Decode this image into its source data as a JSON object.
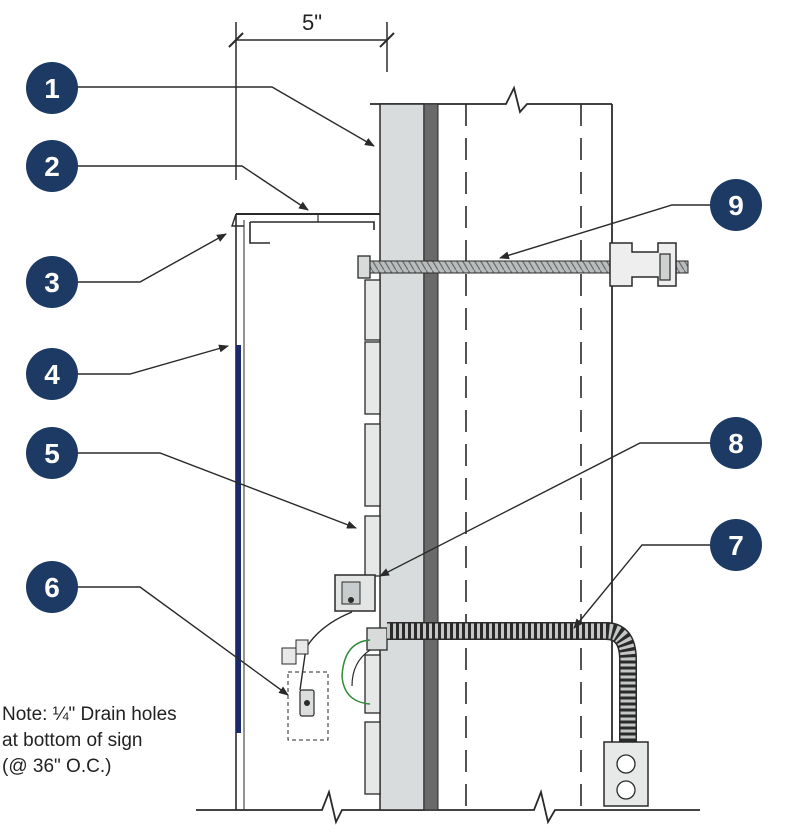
{
  "dimension": {
    "label": "5\""
  },
  "callouts": [
    {
      "number": "1",
      "target": "wall-panel"
    },
    {
      "number": "2",
      "target": "top-cap"
    },
    {
      "number": "3",
      "target": "face-retainer"
    },
    {
      "number": "4",
      "target": "sign-face"
    },
    {
      "number": "5",
      "target": "mounting-clip"
    },
    {
      "number": "6",
      "target": "power-supply"
    },
    {
      "number": "7",
      "target": "flexible-conduit"
    },
    {
      "number": "8",
      "target": "junction-bracket"
    },
    {
      "number": "9",
      "target": "threaded-rod"
    }
  ],
  "note": {
    "line1": "Note: ¼\" Drain holes",
    "line2": "at bottom of sign",
    "line3": "(@ 36\" O.C.)"
  },
  "colors": {
    "callout_fill": "#1c3a63",
    "sign_face": "#1b2a6b",
    "panel_fill": "#d8dcdc",
    "panel_stripe": "#6a6a6a",
    "line": "#2a2a2a"
  }
}
